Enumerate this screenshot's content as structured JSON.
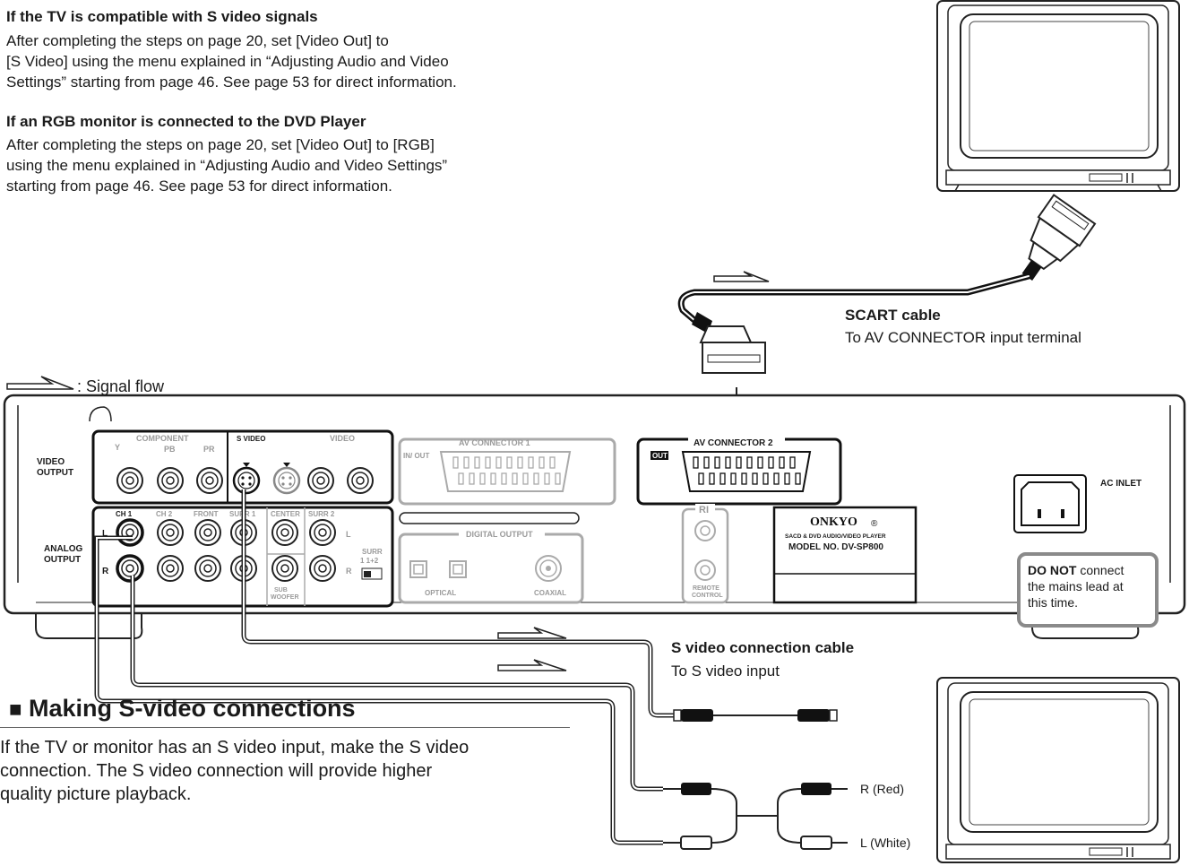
{
  "intro": {
    "s_video_heading": "If the TV is compatible with S video signals",
    "s_video_lines": [
      "After completing the steps on page 20, set [Video Out] to",
      "[S Video] using the menu explained in “Adjusting Audio and Video",
      "Settings” starting from page 46. See page 53 for direct information."
    ],
    "rgb_heading": "If an RGB monitor is connected to the DVD Player",
    "rgb_lines": [
      "After completing the steps on page 20, set [Video Out] to [RGB]",
      "using the menu explained in “Adjusting Audio and Video Settings”",
      "starting from page 46. See page 53 for direct information."
    ]
  },
  "legend": {
    "signal_flow": ": Signal flow"
  },
  "scart": {
    "title": "SCART cable",
    "subtitle": "To AV CONNECTOR input terminal"
  },
  "svideo_cable": {
    "title": "S video connection cable",
    "subtitle": "To S video input"
  },
  "audio_labels": {
    "right": "R (Red)",
    "left": "L (White)"
  },
  "section": {
    "marker": "■",
    "title": "Making S-video connections",
    "lines": [
      "If the TV or monitor has an S video input, make the S video",
      "connection. The S video connection will provide higher",
      "quality picture playback."
    ]
  },
  "warning": {
    "bold": "DO NOT",
    "rest": " connect",
    "line2": "the mains lead at",
    "line3": "this time."
  },
  "panel": {
    "video_output": [
      "VIDEO",
      "OUTPUT"
    ],
    "component": "COMPONENT",
    "component_sub": [
      "Y",
      "PB",
      "PR"
    ],
    "s_video": "S VIDEO",
    "video": "VIDEO",
    "av1": "AV CONNECTOR  1",
    "av1_tag": "IN/ OUT",
    "av2": "AV CONNECTOR 2",
    "av2_tag": "OUT",
    "analog_output": [
      "ANALOG",
      "OUTPUT"
    ],
    "channels": [
      "CH 1",
      "CH 2",
      "FRONT",
      "SURR 1",
      "CENTER",
      "SURR 2"
    ],
    "row_l": "L",
    "row_r": "R",
    "sub_woofer": [
      "SUB",
      "WOOFER"
    ],
    "surr_switch": [
      "SURR",
      "1   1+2"
    ],
    "digital_output": "DIGITAL OUTPUT",
    "optical": "OPTICAL",
    "coaxial": "COAXIAL",
    "ri": "RI",
    "remote_control": [
      "REMOTE",
      "CONTROL"
    ],
    "brand": "ONKYO",
    "reg": "®",
    "product": "SACD & DVD AUDIO/VIDEO PLAYER",
    "model": "MODEL NO. DV-SP800",
    "ac_inlet": "AC INLET"
  }
}
